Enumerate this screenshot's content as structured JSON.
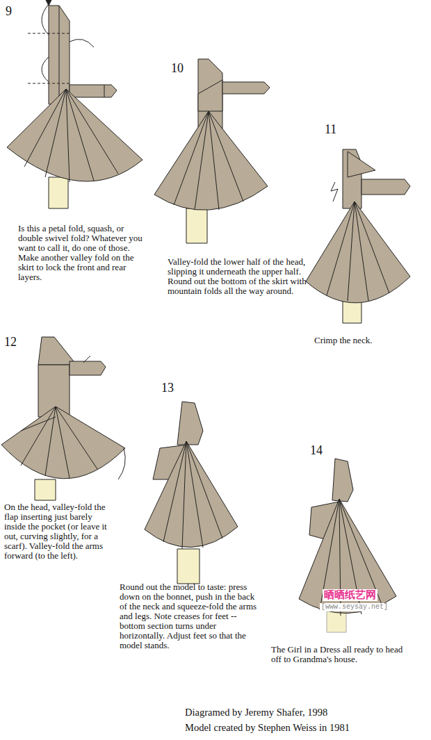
{
  "diagram": {
    "labels": [
      "9",
      "Is this a petal fold, squash, or double swivel fold? Whatever you want to call it, do one of those. Make another valley fold on the skirt to lock the front and rear layers.",
      "10",
      "Valley-fold the lower half of the head, slipping it underneath the upper half. Round out the bottom of the skirt with mountain folds all the way around.",
      "11",
      "Crimp the neck.",
      "12",
      "On the head, valley-fold the flap inserting just barely inside the pocket (or leave it out, curving slightly, for a scarf). Valley-fold the arms forward (to the left).",
      "13",
      "Round out the model to taste: press down on the bonnet, push in the back of the neck and squeeze-fold the arms and legs. Note creases for feet -- bottom section turns under horizontally. Adjust feet so that the model stands.",
      "14",
      "The Girl in a Dress all ready to head off to Grandma's house.",
      "晒晒纸艺网",
      "[www.seysay.net]",
      "Diagramed by Jeremy Shafer, 1998",
      "Model created by Stephen Weiss in 1981"
    ]
  }
}
